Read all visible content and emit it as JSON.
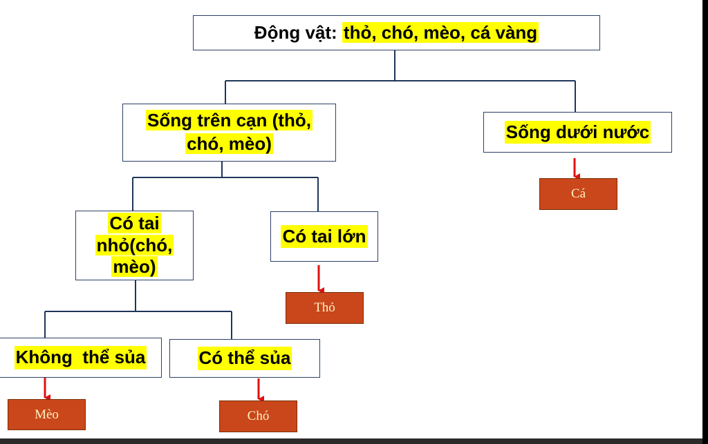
{
  "colors": {
    "connector": "#1f3559",
    "arrow": "#e01010",
    "highlight": "#ffff00",
    "leaf_fill": "#c9471a",
    "leaf_text": "#fff3c4"
  },
  "root": {
    "prefix": "Động vật: ",
    "highlight": "thỏ, chó, mèo, cá vàng"
  },
  "land": {
    "line1": "Sống trên cạn (thỏ,",
    "line2": "chó, mèo)"
  },
  "water": {
    "label": "Sống dưới nước"
  },
  "small_ears": {
    "line1": "Có tai",
    "line2": "nhỏ(chó,",
    "line3": "mèo)"
  },
  "big_ears": {
    "label": "Có tai lớn"
  },
  "cannot_bark": {
    "label": "Không  thể sủa"
  },
  "can_bark": {
    "label": "Có thể sủa"
  },
  "leaves": {
    "fish": "Cá",
    "rabbit": "Thỏ",
    "cat": "Mèo",
    "dog": "Chó"
  }
}
